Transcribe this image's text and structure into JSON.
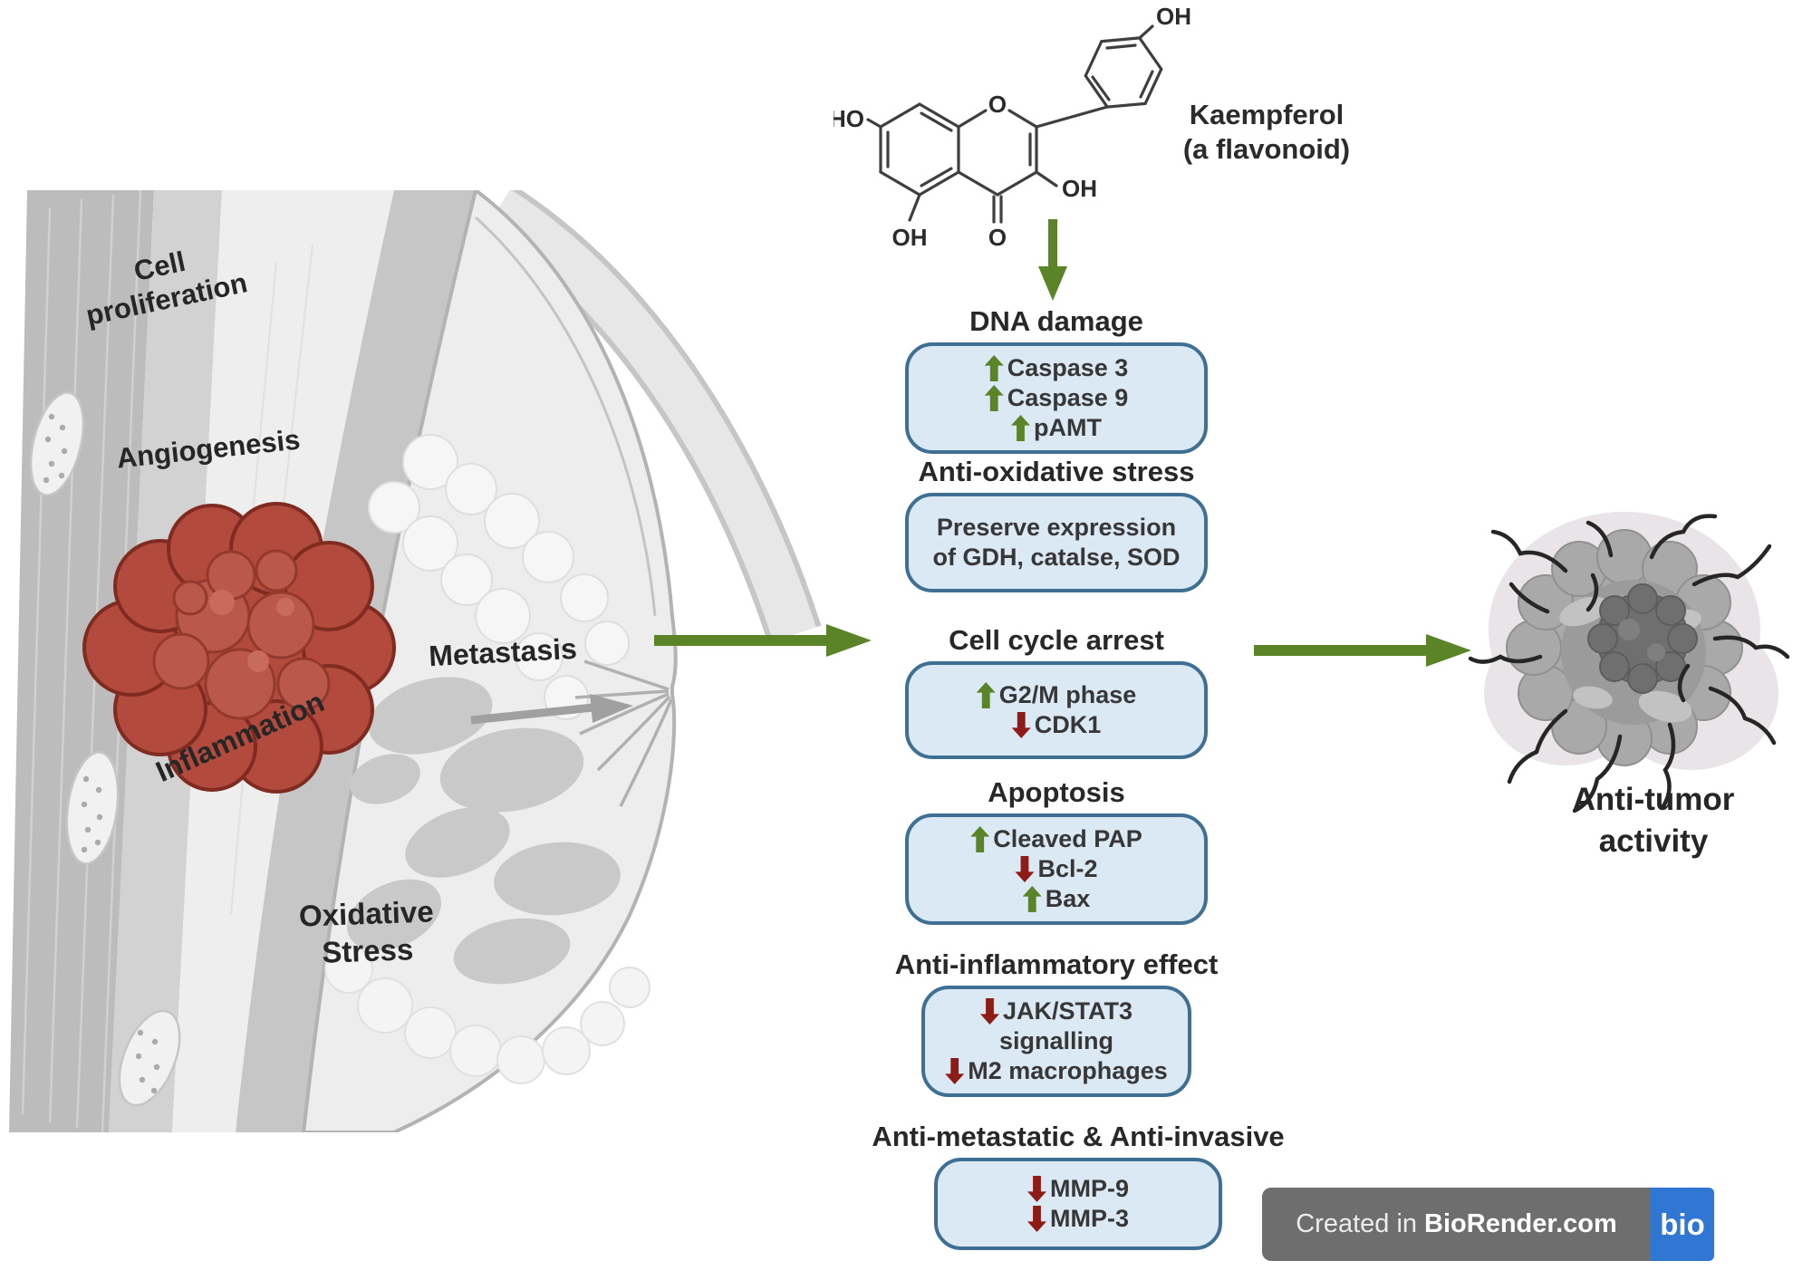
{
  "molecule": {
    "label": "Kaempferol\n(a flavonoid)",
    "atoms": {
      "ho": "HO",
      "o_ring": "O",
      "oh_para": "OH",
      "oh_3": "OH",
      "oh_5": "OH",
      "o_keto": "O"
    }
  },
  "breast": {
    "labels": {
      "cell_proliferation": "Cell\nproliferation",
      "angiogenesis": "Angiogenesis",
      "metastasis": "Metastasis",
      "inflammation": "Inflammation",
      "oxidative_stress": "Oxidative\nStress"
    }
  },
  "pathways": [
    {
      "title": "DNA damage",
      "rows": [
        {
          "dir": "up",
          "text": "Caspase 3"
        },
        {
          "dir": "up",
          "text": "Caspase 9"
        },
        {
          "dir": "up",
          "text": "pAMT"
        }
      ]
    },
    {
      "title": "Anti-oxidative stress",
      "rows": [
        {
          "dir": "none",
          "text": "Preserve expression\nof GDH, catalse, SOD"
        }
      ]
    },
    {
      "title": "Cell cycle arrest",
      "rows": [
        {
          "dir": "up",
          "text": "G2/M phase"
        },
        {
          "dir": "down",
          "text": "CDK1"
        }
      ]
    },
    {
      "title": "Apoptosis",
      "rows": [
        {
          "dir": "up",
          "text": "Cleaved PAP"
        },
        {
          "dir": "down",
          "text": "Bcl-2"
        },
        {
          "dir": "up",
          "text": "Bax"
        }
      ]
    },
    {
      "title": "Anti-inflammatory effect",
      "rows": [
        {
          "dir": "down",
          "text": "JAK/STAT3"
        },
        {
          "dir": "none",
          "text": "signalling"
        },
        {
          "dir": "down",
          "text": "M2 macrophages"
        }
      ]
    },
    {
      "title": "Anti-metastatic & Anti-invasive",
      "rows": [
        {
          "dir": "down",
          "text": "MMP-9"
        },
        {
          "dir": "down",
          "text": "MMP-3"
        }
      ]
    }
  ],
  "outcome": {
    "label": "Anti-tumor\nactivity"
  },
  "watermark": {
    "prefix": "Created in",
    "brand": "BioRender.com",
    "logo": "bio"
  },
  "colors": {
    "arrow_green": "#5a8427",
    "arrow_red": "#8c1c15",
    "box_fill": "#dbe9f5",
    "box_border": "#3f7094",
    "tumor_red": "#b24a3d",
    "badge_gray": "#6e6e6e",
    "badge_blue": "#2f77d3"
  }
}
